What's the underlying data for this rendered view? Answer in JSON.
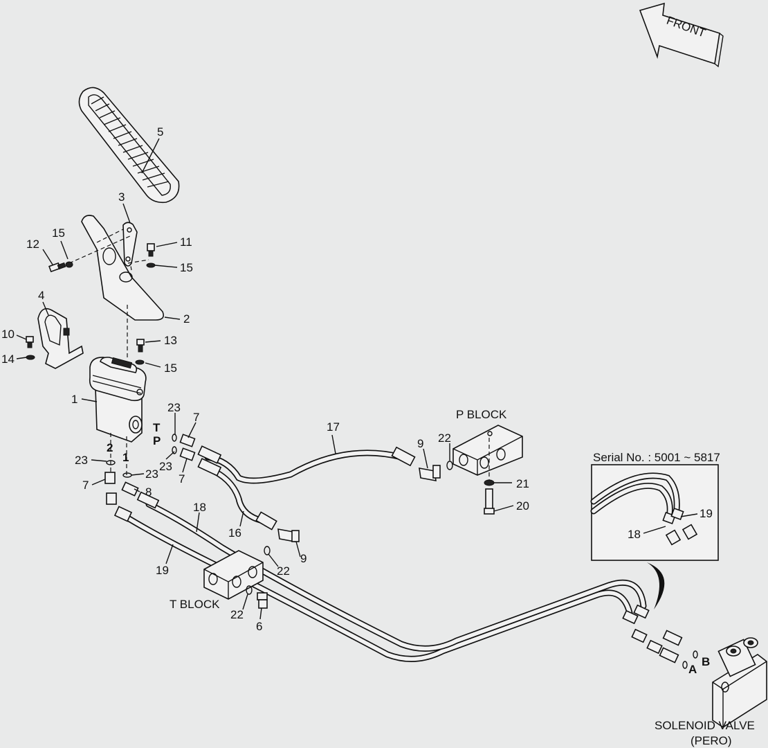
{
  "diagram": {
    "front_label": "FRONT",
    "block_labels": {
      "p_block": "P BLOCK",
      "t_block": "T BLOCK",
      "solenoid_line1": "SOLENOID VALVE",
      "solenoid_line2": "(PERO)"
    },
    "inset_title": "Serial No. : 5001 ~ 5817",
    "port_labels": {
      "t": "T",
      "p": "P",
      "two": "2",
      "one": "1",
      "a": "A",
      "b": "B"
    },
    "callouts": {
      "c1": "1",
      "c2": "2",
      "c3": "3",
      "c4": "4",
      "c5": "5",
      "c6": "6",
      "c7a": "7",
      "c7b": "7",
      "c7c": "7",
      "c8": "8",
      "c9a": "9",
      "c9b": "9",
      "c10": "10",
      "c11": "11",
      "c12": "12",
      "c13": "13",
      "c14": "14",
      "c15a": "15",
      "c15b": "15",
      "c15c": "15",
      "c16": "16",
      "c17": "17",
      "c18": "18",
      "c19": "19",
      "c20": "20",
      "c21": "21",
      "c22a": "22",
      "c22b": "22",
      "c22c": "22",
      "c23a": "23",
      "c23b": "23",
      "c23c": "23",
      "c23d": "23",
      "inset18": "18",
      "inset19": "19"
    },
    "colors": {
      "background": "#e9eaea",
      "line": "#111111"
    }
  }
}
